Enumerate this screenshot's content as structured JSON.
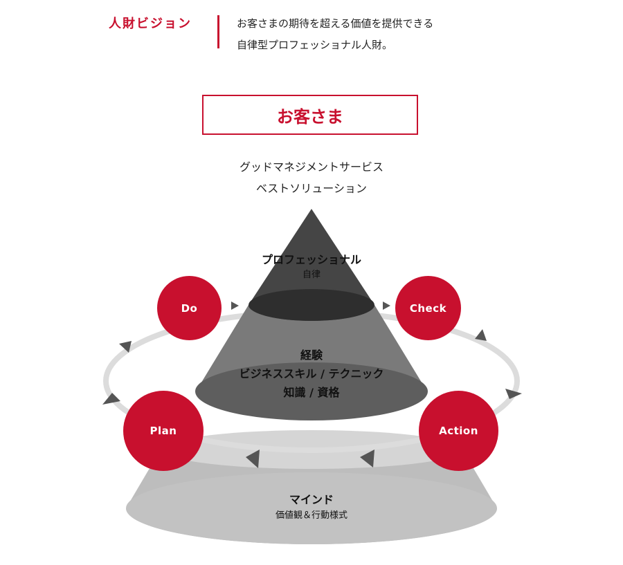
{
  "vision": {
    "label": "人財ビジョン",
    "line1": "お客さまの期待を超える価値を提供できる",
    "line2": "自律型プロフェッショナル人財。"
  },
  "customer": {
    "label": "お客さま"
  },
  "outcomes": {
    "line1": "グッドマネジメントサービス",
    "line2": "ベストソリューション"
  },
  "layers": {
    "top": {
      "main": "プロフェッショナル",
      "sub": "自律"
    },
    "middle": {
      "line1": "経験",
      "line2": "ビジネススキル / テクニック",
      "line3": "知識 / 資格"
    },
    "bottom": {
      "main": "マインド",
      "sub": "価値観＆行動様式"
    }
  },
  "pdca": {
    "do": "Do",
    "check": "Check",
    "plan": "Plan",
    "action": "Action"
  },
  "colors": {
    "accent": "#c8102e",
    "cone_top": "#3d3d3d",
    "cone_middle": "#6e6e6e",
    "cone_bottom": "#bdbdbd",
    "cycle_ring": "#dcdcdc",
    "arrow": "#555555"
  }
}
